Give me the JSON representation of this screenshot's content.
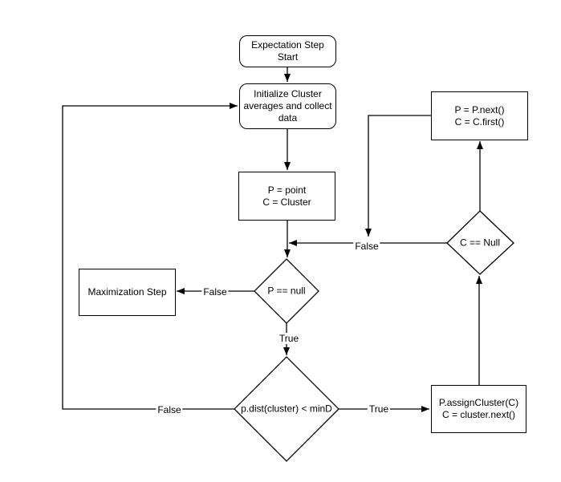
{
  "nodes": {
    "start": {
      "lines": [
        "Expectation Step",
        "Start"
      ]
    },
    "init": {
      "lines": [
        "Initialize Cluster",
        "averages and collect",
        "data"
      ]
    },
    "p_point": {
      "lines": [
        "P = point",
        "C = Cluster"
      ]
    },
    "max_step": {
      "lines": [
        "Maximization Step"
      ]
    },
    "p_null": {
      "label": "P == null"
    },
    "dist": {
      "label": "p.dist(cluster) < minD"
    },
    "assign": {
      "lines": [
        "P.assignCluster(C)",
        "C = cluster.next()"
      ]
    },
    "c_null": {
      "label": "C == Null"
    },
    "p_next": {
      "lines": [
        "P = P.next()",
        "C = C.first()"
      ]
    }
  },
  "edge_labels": {
    "p_null_false": "False",
    "p_null_true": "True",
    "dist_false": "False",
    "dist_true": "True",
    "c_null_false": "False"
  },
  "colors": {
    "stroke": "#000000",
    "node_fill": "#ffffff",
    "text": "#000000",
    "background": "#ffffff"
  }
}
